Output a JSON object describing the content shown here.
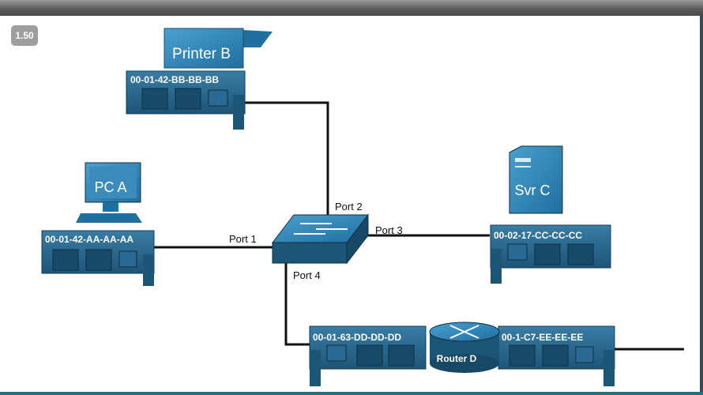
{
  "badge": "1.50",
  "devices": {
    "printer": {
      "name": "Printer B",
      "mac": "00-01-42-BB-BB-BB"
    },
    "pc": {
      "name": "PC A",
      "mac": "00-01-42-AA-AA-AA"
    },
    "server": {
      "name": "Svr C",
      "mac": "00-02-17-CC-CC-CC"
    },
    "router": {
      "name": "Router D",
      "mac_left": "00-01-63-DD-DD-DD",
      "mac_right": "00-1-C7-EE-EE-EE"
    }
  },
  "ports": {
    "p1": "Port 1",
    "p2": "Port 2",
    "p3": "Port 3",
    "p4": "Port 4"
  }
}
